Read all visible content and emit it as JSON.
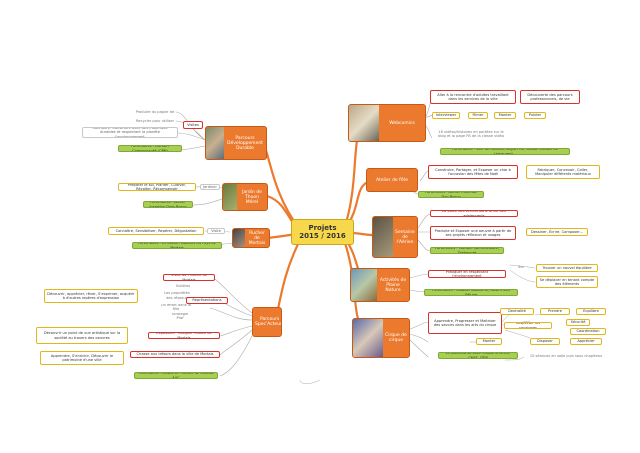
{
  "center": {
    "line1": "Projets",
    "line2": "2015 / 2016"
  },
  "branches": {
    "parcours_dd": "Parcours Développement Durable",
    "jardin": "Jardin de Thuon Mérel",
    "rucher": "Rucher de Mortais",
    "spec_acteurs": "Parcours Spec'Acteurs",
    "webcomics": "Webcomics",
    "fete": "Atelier de fête",
    "semaine": "Semaine de l'Aérien",
    "activites": "Activités de Plaine Nature",
    "cirque": "Cirque de cirque"
  },
  "left": {
    "pd_produire": "Produire du papier de",
    "pd_recycler": "Recycler pour utiliser",
    "pd_connaitre": "Connaitre. Construire avec des matériaux durables et respectant la planète l'environnement",
    "pd_visites": "Visites",
    "pd_partner": "Partenaires : Mortain Communauté (CPN)",
    "jd_preparer": "Préparer le sol, Planter, Cultiver, Récolter, Récompenser",
    "jd_jardiner": "Jardiner",
    "jd_partner": "Partenaires : Atelier Insertion Dom Bosco",
    "ru_connaitre": "Connaître, Sensibiliser, Repérer, Dégustation",
    "ru_visite": "Visite",
    "ru_partner": "Partenaires : R.Peslais - Abeilles du Pays de Mortais",
    "sa_theatre": "Visite du Théâtre de Mortais",
    "sa_tech1": "Subtiles",
    "sa_tech2": "Les propriétés des réseaux",
    "sa_tech3": "Un effort dans la fille",
    "sa_tech4": "Stratégie Prof",
    "sa_decouvrir": "Découvrir, apprécier, rêver, S'exprimer, acquérir à d'autres repères d'expression",
    "sa_representations": "Représentations",
    "sa_expo": "Exposition \"Villegas\" Musée de Mortais",
    "sa_point": "Découvrir un point de vue artistique sur la société au travers des oeuvres",
    "sa_chasse": "Chasse aux trésors dans la ville de Mortais",
    "sa_apprendre": "Apprendre, S'enrichir, Découvrir le patrimoine d'une ville",
    "sa_partner": "Partenaires : Musée et Théâtre de Mortais AAC"
  },
  "right": {
    "wb_aller": "Aller à la rencontre d'adultes travaillant dans les services de la ville",
    "wb_decouverte": "Découverte des parcours professionnels, de vie",
    "wb_interviewer": "Interviewer",
    "wb_filmer": "Filmer",
    "wb_monter": "Monter",
    "wb_publier": "Publier",
    "wb_note": "16 vidéos/histoires en portées sur le blog et la page FB de la classe vidéo",
    "wb_partner": "Partenaires : Ville de Mortais, Rêgio Prof, Soliloc Conseil de Leinaurent...",
    "fe_construire": "Construire, Partager, et Exposer un char à l'occasion des fêtes de Noël",
    "fe_fabriquer": "Fabriquer, Concevoir, Coller, Manipuler différents matériaux",
    "fe_partner": "Partenaires : Atelier Insertion Don Bosco",
    "se_place": "La place des écrans dans la vie des adolescents",
    "se_produire": "Produire et Exposer une oeuvre à partir de ses projets réflexion et usages",
    "se_dessiner": "Dessiner, Écrire, Composer...",
    "se_partner": "Partenaires : Mortain Communauté, Diabonnet",
    "ac_pratiquer": "Pratiquer en respectant l'environnement",
    "ac_sur": "Sur",
    "ac_trouver": "Trouver un nouvel équilibre",
    "ac_deplacer": "Se déplacer en tenant compte des éléments",
    "ac_partner": "Partenaires : Catalan Nautisme, Loisirs Sud Sélune",
    "ci_apprendre": "Apprendre, Progresser et Maitriser des savoirs dans les arts du cirque",
    "ci_dextralise": "Dextralité",
    "ci_prendre": "Prendre",
    "ci_equilibre": "Équilibre",
    "ci_securite": "Sécurité",
    "ci_respecter": "Respecter les consignes",
    "ci_coordination": "Coordination",
    "ci_monter": "Monter",
    "ci_disposer": "Disposer",
    "ci_apprecier": "Apprécier",
    "ci_partner": "En partenariat avec Cirque & Lirem, CNFS, ITEP",
    "ci_note": "10 séances en salle puis sous chapiteau"
  }
}
